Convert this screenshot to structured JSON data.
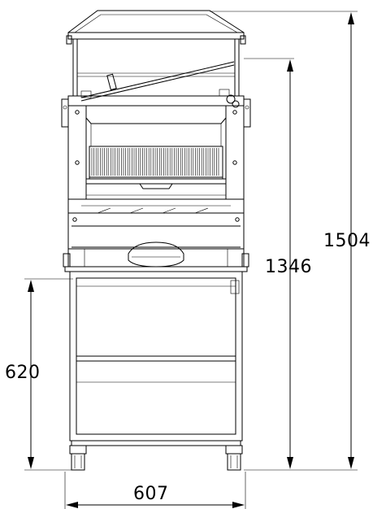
{
  "dimensions": {
    "total_height": "1504",
    "body_height": "1346",
    "stand_height": "620",
    "width": "607"
  }
}
